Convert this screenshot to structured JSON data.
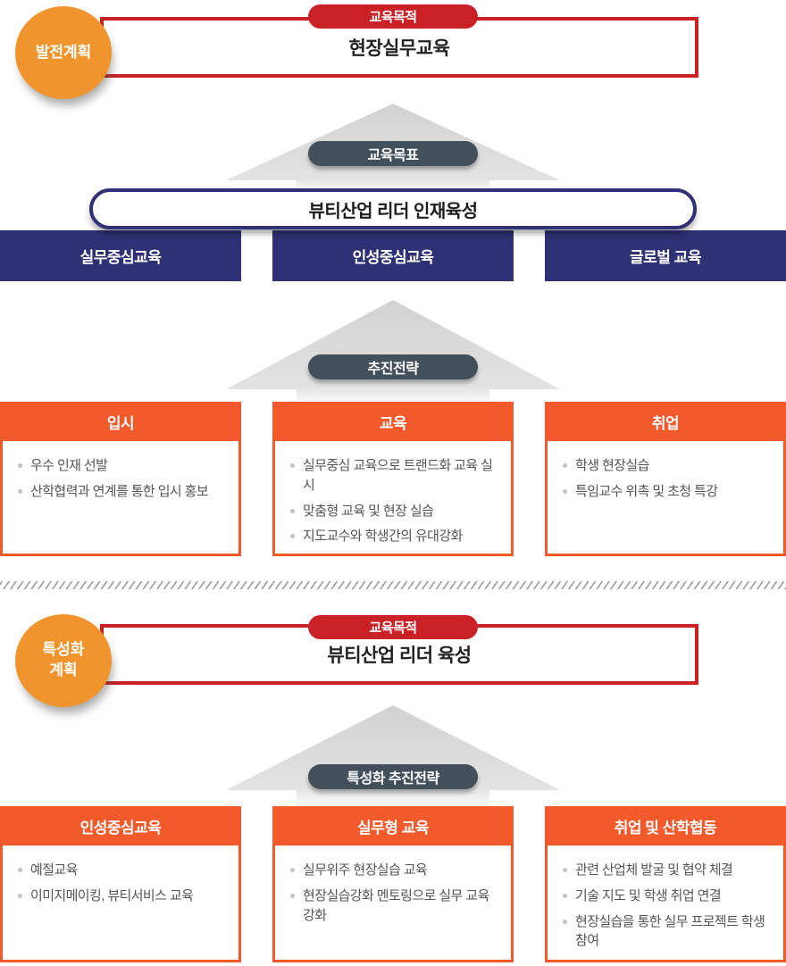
{
  "colors": {
    "red": "#C92126",
    "badge_orange": "#F0942D",
    "navy": "#2E3173",
    "slate": "#41505B",
    "card_orange": "#F2592B",
    "arrow_gray": "#DADADA",
    "bullet_text": "#555555"
  },
  "section1": {
    "badge": "발전계획",
    "purpose_label": "교육목적",
    "purpose_title": "현장실무교육",
    "goal_label": "교육목표",
    "goal_title": "뷰티산업 리더 인재육성",
    "pillars": [
      "실무중심교육",
      "인성중심교육",
      "글로벌 교육"
    ],
    "strategy_label": "추진전략",
    "cards": [
      {
        "title": "입시",
        "items": [
          "우수 인재 선발",
          "산학협력과 연계를 통한 입시 홍보"
        ]
      },
      {
        "title": "교육",
        "items": [
          "실무중심 교육으로 트랜드화 교육 실시",
          "맞춤형 교육 및 현장 실습",
          "지도교수와 학생간의 유대강화"
        ]
      },
      {
        "title": "취업",
        "items": [
          "학생 현장실습",
          "특임교수 위촉 및 초청 특강"
        ]
      }
    ]
  },
  "section2": {
    "badge_line1": "특성화",
    "badge_line2": "계획",
    "purpose_label": "교육목적",
    "purpose_title": "뷰티산업 리더 육성",
    "strategy_label": "특성화 추진전략",
    "cards": [
      {
        "title": "인성중심교육",
        "items": [
          "예절교육",
          "이미지메이킹, 뷰티서비스 교육"
        ]
      },
      {
        "title": "실무형 교육",
        "items": [
          "실무위주 현장실습 교육",
          "현장실습강화 멘토링으로 실무 교육 강화"
        ]
      },
      {
        "title": "취업 및 산학협동",
        "items": [
          "관련 산업체 발굴 및 협약 체결",
          "기술 지도 및 학생 취업 연결",
          "현장실습을 통한 실무 프로젝트 학생 참여"
        ]
      }
    ]
  }
}
